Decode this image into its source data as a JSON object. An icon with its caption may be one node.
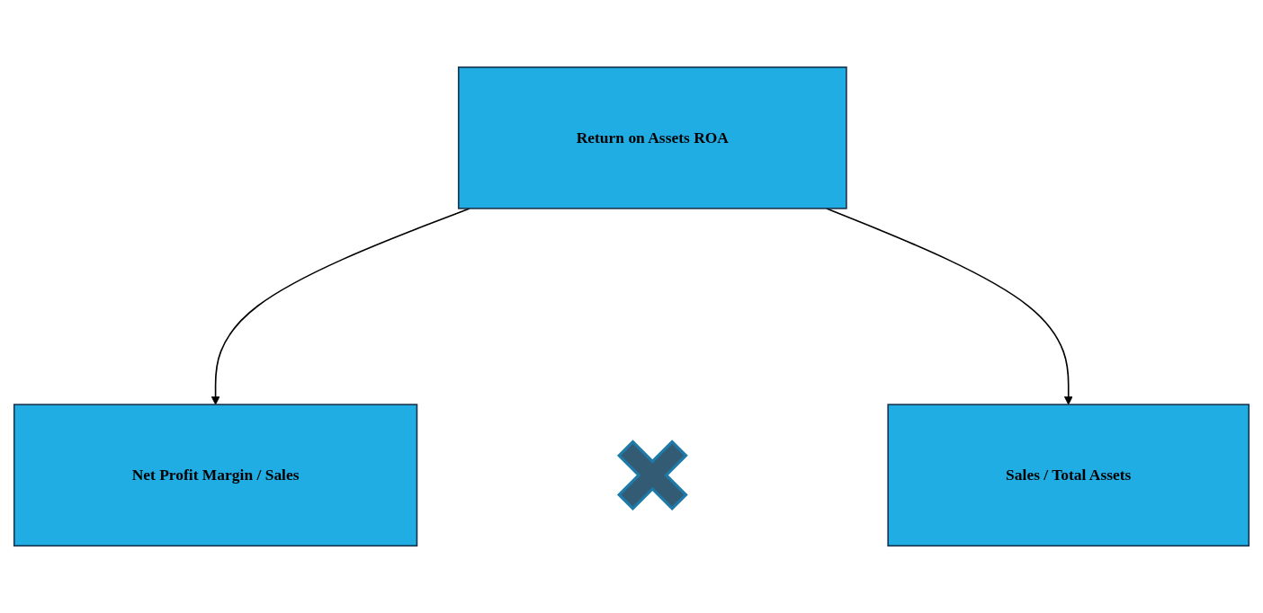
{
  "diagram": {
    "nodes": [
      {
        "text": [
          "Return on Assets ROA"
        ]
      },
      {
        "text": [
          "Net Profit Margin / Sales"
        ]
      },
      {
        "text": [],
        "shape": "cross"
      },
      {
        "text": [
          "Sales / Total Assets"
        ]
      }
    ],
    "edges": [
      {
        "from": 0,
        "to": 1,
        "arrow": "to"
      },
      {
        "from": 0,
        "to": 3,
        "arrow": "to"
      }
    ]
  }
}
